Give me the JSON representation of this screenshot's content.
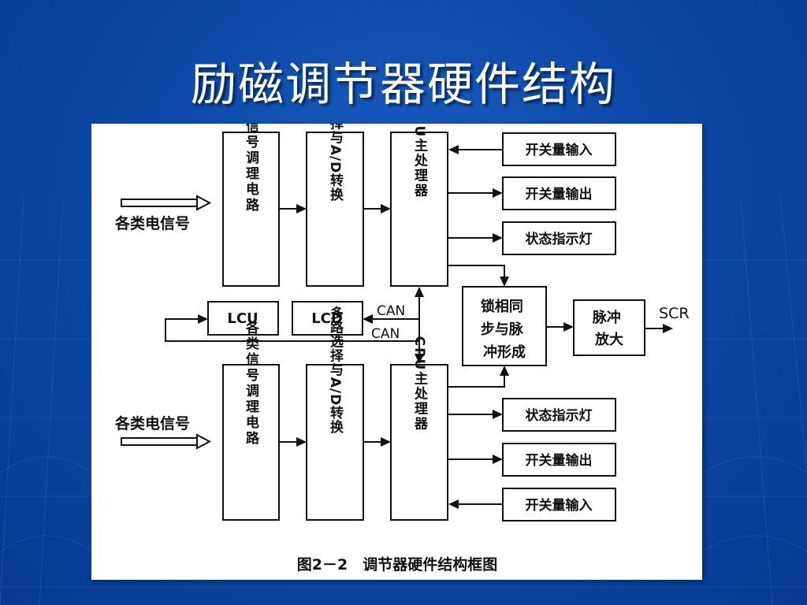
{
  "slide": {
    "title": "励磁调节器硬件结构"
  },
  "diagram": {
    "caption": "图2－2　调节器硬件结构框图",
    "signal_input_label": "各类电信号",
    "conditioning_label": "各类信号调理电路",
    "mux_ad_label": "多路选择与A/D转换",
    "cpu_label": "CPU主处理器",
    "io": {
      "switch_in": "开关量输入",
      "switch_out": "开关量输出",
      "status_led": "状态指示灯"
    },
    "sync_label": [
      "锁相同",
      "步与脉",
      "冲形成"
    ],
    "amp_label": [
      "脉冲",
      "放大"
    ],
    "scr_label": "SCR",
    "lcu_label": "LCU",
    "lcd_label": "LCD",
    "can_label": "CAN"
  }
}
